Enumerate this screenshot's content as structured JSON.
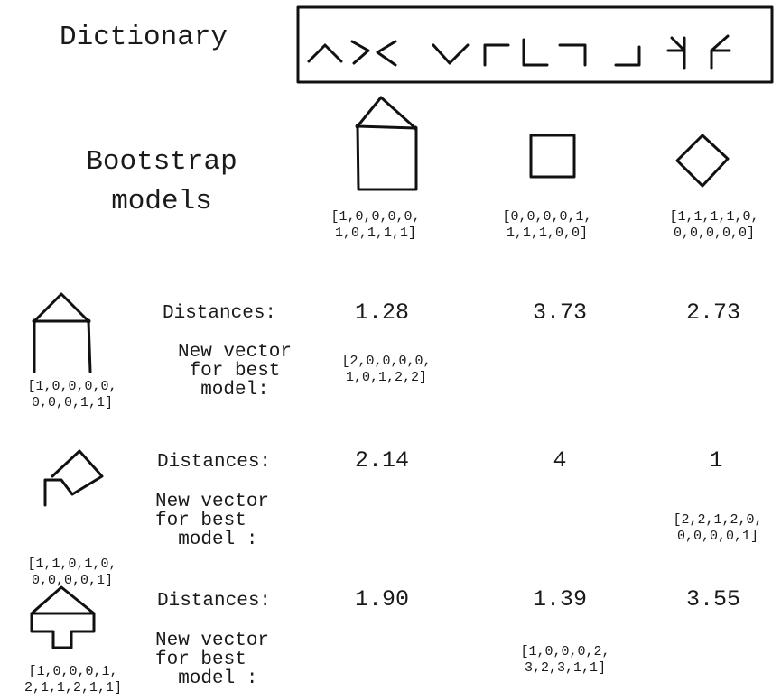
{
  "dictionary": {
    "label": "Dictionary",
    "glyphs": [
      "caret-up",
      "caret-right",
      "caret-left",
      "caret-down",
      "corner-top-left",
      "corner-bottom-left",
      "corner-top-right",
      "corner-bottom-right",
      "t-junction-left",
      "t-junction-right"
    ]
  },
  "bootstrap": {
    "label": "Bootstrap\nmodels",
    "models": [
      {
        "shape": "house",
        "vector": "[1,0,0,0,0,\n1,0,1,1,1]"
      },
      {
        "shape": "square",
        "vector": "[0,0,0,0,1,\n1,1,1,0,0]"
      },
      {
        "shape": "diamond",
        "vector": "[1,1,1,1,0,\n0,0,0,0,0]"
      }
    ]
  },
  "rows": [
    {
      "shape": "open-house",
      "vector": "[1,0,0,0,0,\n0,0,0,1,1]",
      "distances_label": "Distances:",
      "distances": [
        "1.28",
        "3.73",
        "2.73"
      ],
      "new_vector_label": "New vector\nfor best\nmodel:",
      "best_model_index": 0,
      "new_vector": "[2,0,0,0,0,\n1,0,1,2,2]"
    },
    {
      "shape": "tilted-square",
      "vector": "[1,1,0,1,0,\n0,0,0,0,1]",
      "distances_label": "Distances:",
      "distances": [
        "2.14",
        "4",
        "1"
      ],
      "new_vector_label": "New vector\nfor best\n  model :",
      "best_model_index": 2,
      "new_vector": "[2,2,1,2,0,\n0,0,0,0,1]"
    },
    {
      "shape": "house-with-stem",
      "vector": "[1,0,0,0,1,\n2,1,1,2,1,1]",
      "distances_label": "Distances:",
      "distances": [
        "1.90",
        "1.39",
        "3.55"
      ],
      "new_vector_label": "New vector\nfor best\n  model :",
      "best_model_index": 1,
      "new_vector": "[1,0,0,0,2,\n3,2,3,1,1]"
    }
  ]
}
